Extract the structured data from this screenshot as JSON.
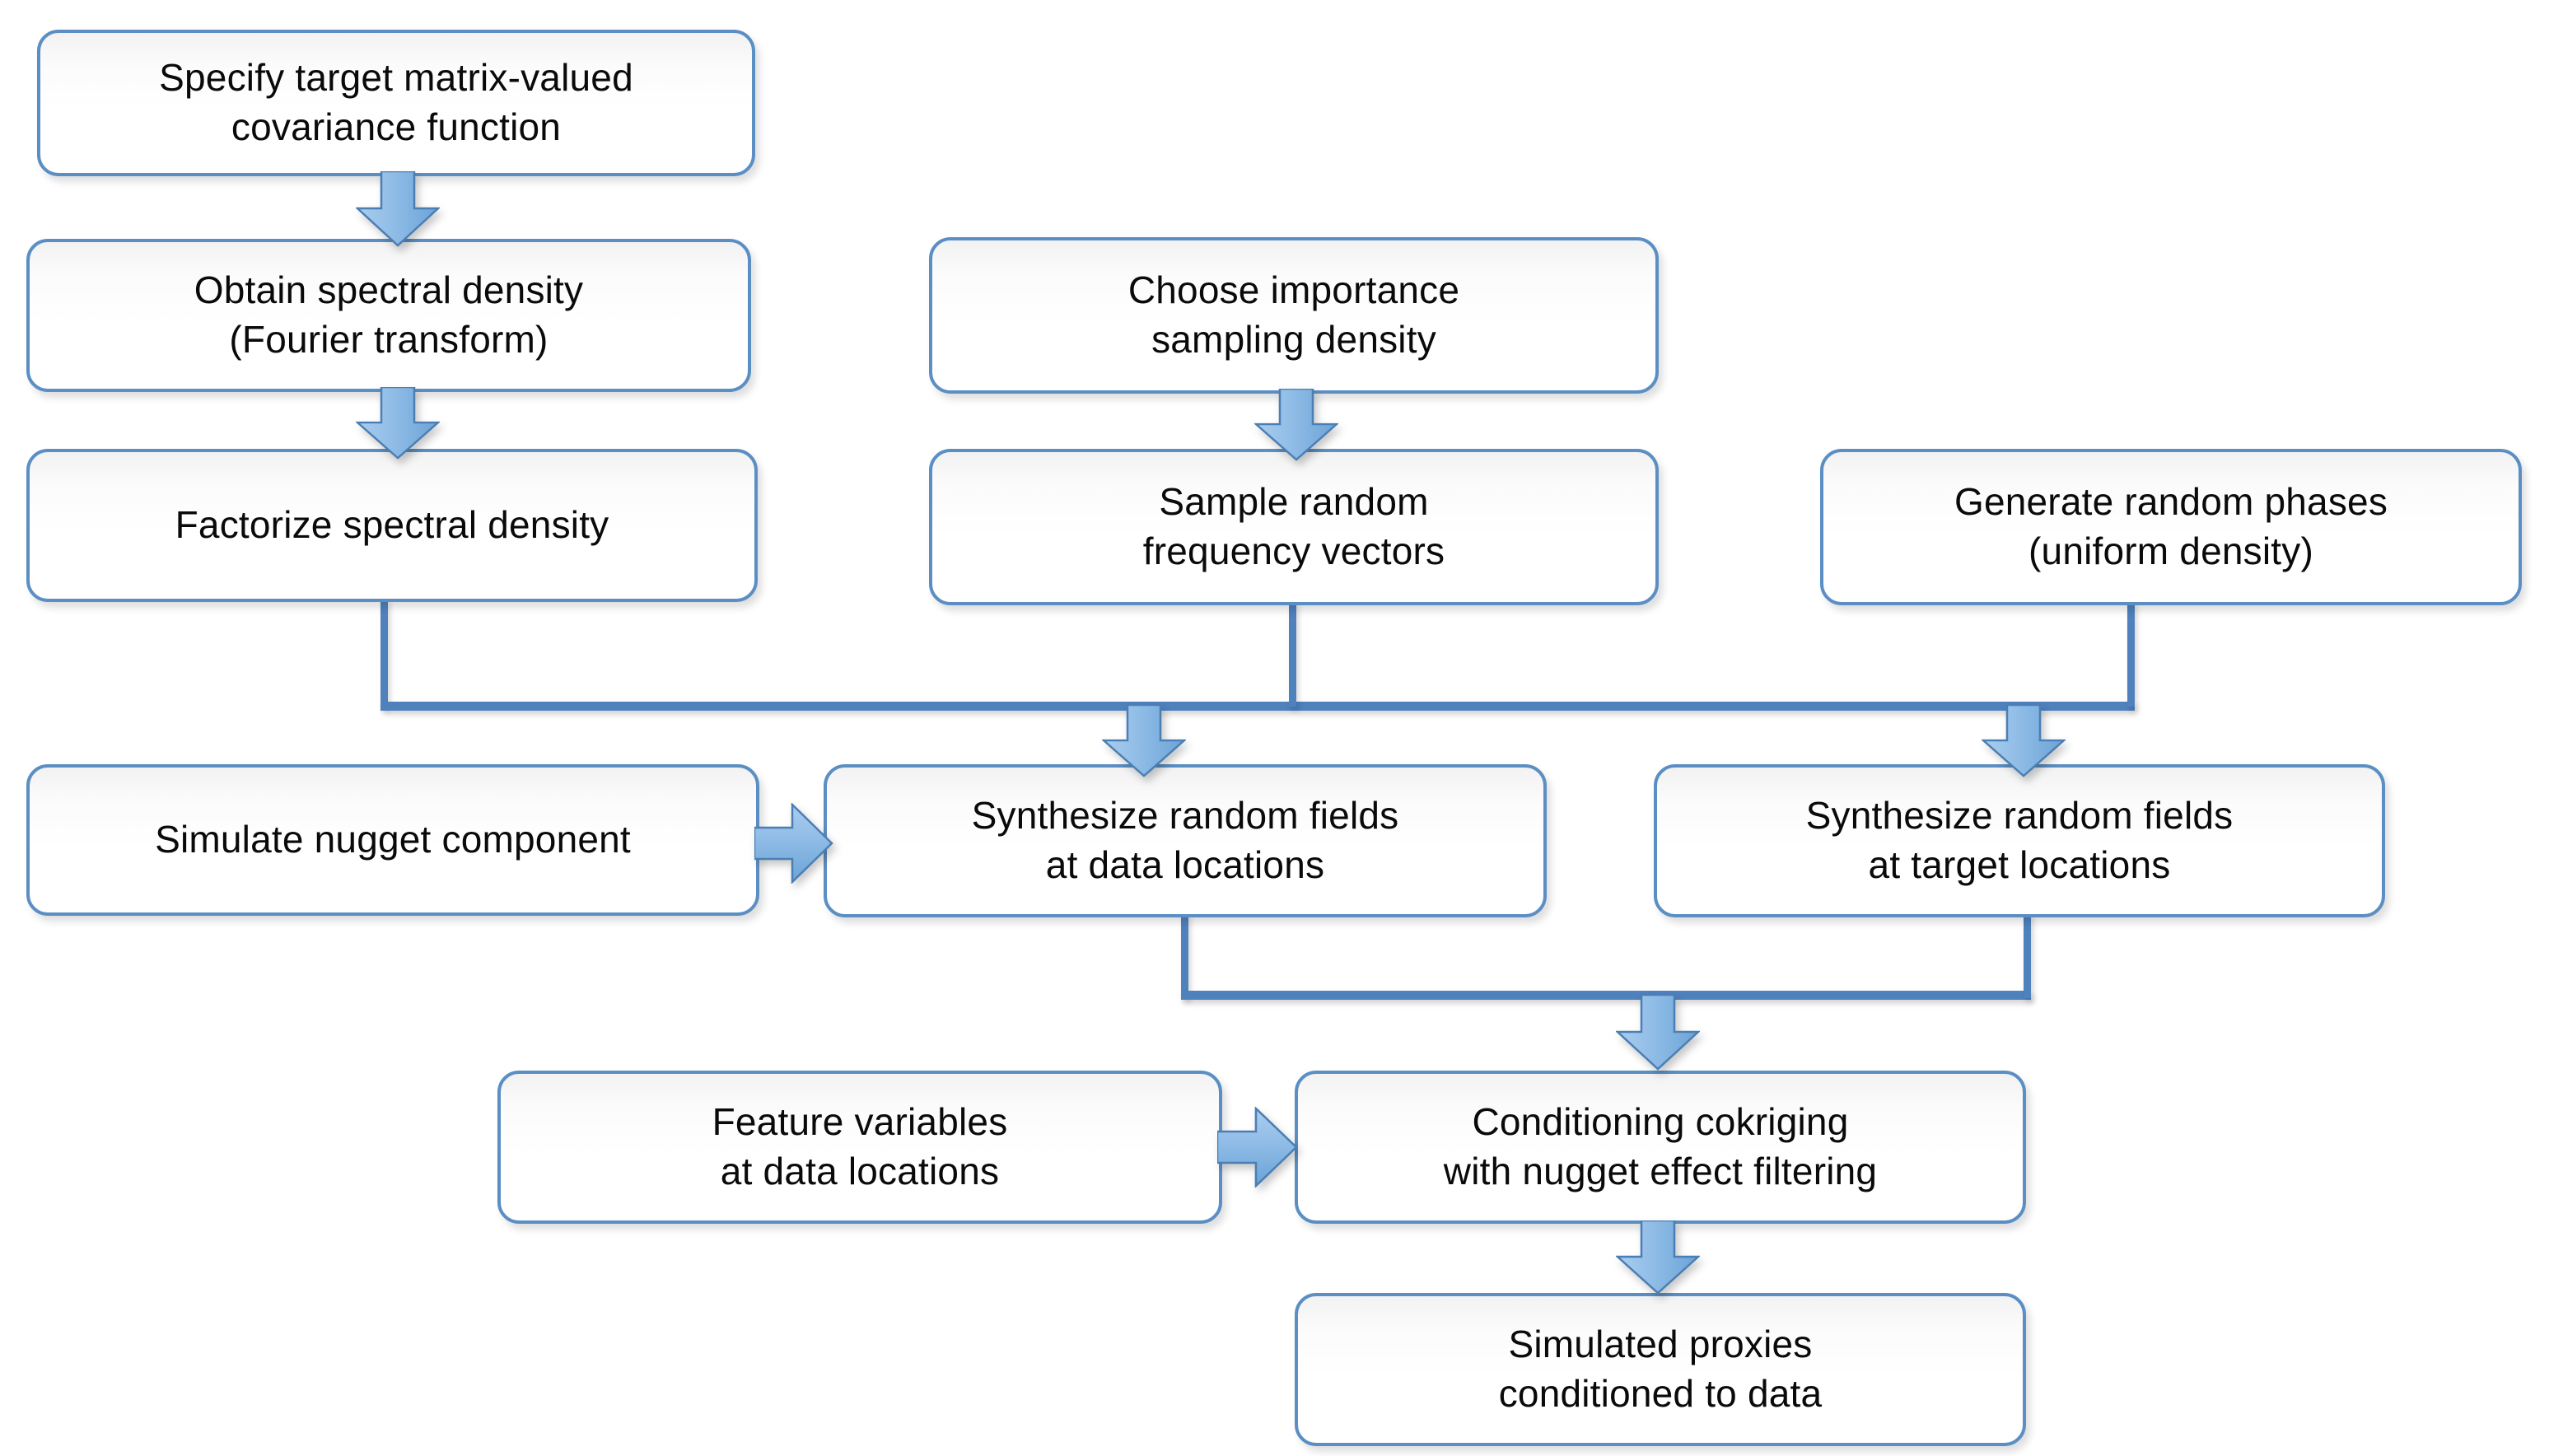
{
  "diagram": {
    "title": "Spectral simulation and conditioning cokriging workflow",
    "colors": {
      "box_border": "#5b8fc4",
      "box_fill": "#ffffff",
      "connector": "#4f81bd",
      "arrow_fill_light": "#a8cbec",
      "arrow_fill_dark": "#6fa8dc",
      "arrow_outline": "#4a7fb5",
      "text": "#0a0a0a",
      "background": "#ffffff"
    },
    "nodes": [
      {
        "id": "specify-covariance",
        "label": "Specify target matrix-valued\ncovariance function"
      },
      {
        "id": "obtain-spectral-density",
        "label": "Obtain spectral density\n(Fourier transform)"
      },
      {
        "id": "factorize-spectral-density",
        "label": "Factorize spectral density"
      },
      {
        "id": "choose-importance-sampling",
        "label": "Choose importance\nsampling density"
      },
      {
        "id": "sample-frequency-vectors",
        "label": "Sample random\nfrequency vectors"
      },
      {
        "id": "generate-random-phases",
        "label": "Generate random phases\n(uniform density)"
      },
      {
        "id": "simulate-nugget-component",
        "label": "Simulate nugget component"
      },
      {
        "id": "synthesize-data-locations",
        "label": "Synthesize random fields\nat data locations"
      },
      {
        "id": "synthesize-target-locations",
        "label": "Synthesize random fields\nat target locations"
      },
      {
        "id": "feature-variables",
        "label": "Feature variables\nat data locations"
      },
      {
        "id": "conditioning-cokriging",
        "label": "Conditioning cokriging\nwith nugget effect filtering"
      },
      {
        "id": "simulated-proxies",
        "label": "Simulated proxies\nconditioned to data"
      }
    ],
    "edges": [
      {
        "from": "specify-covariance",
        "to": "obtain-spectral-density",
        "kind": "down-arrow"
      },
      {
        "from": "obtain-spectral-density",
        "to": "factorize-spectral-density",
        "kind": "down-arrow"
      },
      {
        "from": "choose-importance-sampling",
        "to": "sample-frequency-vectors",
        "kind": "down-arrow"
      },
      {
        "from": "factorize-spectral-density",
        "to": "merge-bus-1",
        "kind": "elbow"
      },
      {
        "from": "sample-frequency-vectors",
        "to": "merge-bus-1",
        "kind": "elbow"
      },
      {
        "from": "generate-random-phases",
        "to": "merge-bus-1",
        "kind": "elbow"
      },
      {
        "from": "merge-bus-1",
        "to": "synthesize-data-locations",
        "kind": "down-arrow"
      },
      {
        "from": "merge-bus-1",
        "to": "synthesize-target-locations",
        "kind": "down-arrow"
      },
      {
        "from": "simulate-nugget-component",
        "to": "synthesize-data-locations",
        "kind": "right-arrow"
      },
      {
        "from": "synthesize-data-locations",
        "to": "merge-bus-2",
        "kind": "elbow"
      },
      {
        "from": "synthesize-target-locations",
        "to": "merge-bus-2",
        "kind": "elbow"
      },
      {
        "from": "merge-bus-2",
        "to": "conditioning-cokriging",
        "kind": "down-arrow"
      },
      {
        "from": "feature-variables",
        "to": "conditioning-cokriging",
        "kind": "right-arrow"
      },
      {
        "from": "conditioning-cokriging",
        "to": "simulated-proxies",
        "kind": "down-arrow"
      }
    ]
  }
}
